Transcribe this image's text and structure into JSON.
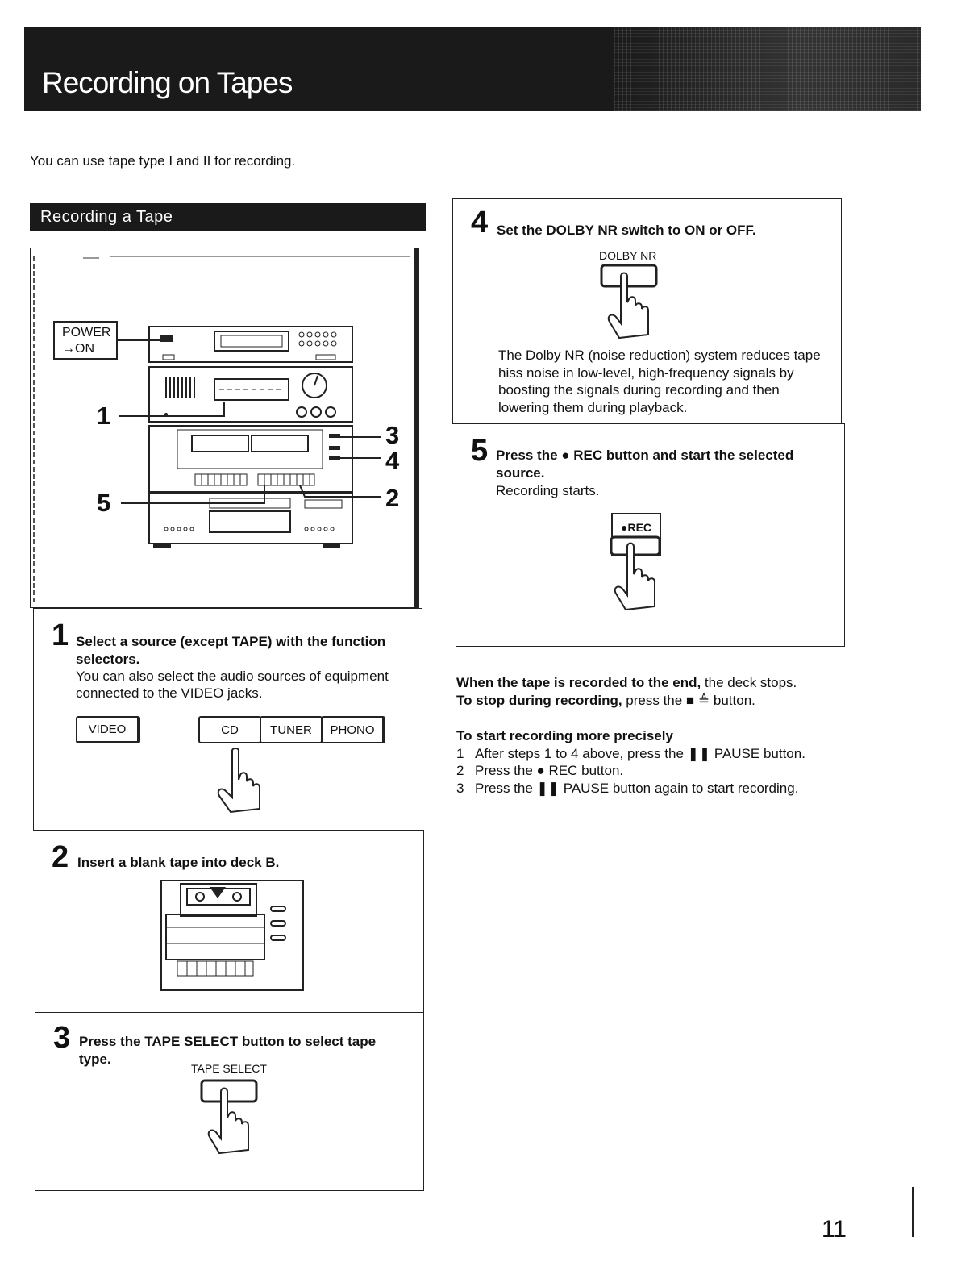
{
  "header": {
    "title": "Recording on Tapes"
  },
  "intro": "You can use tape type I and II for recording.",
  "section": {
    "title": "Recording a Tape"
  },
  "diagram": {
    "power_label_1": "POWER",
    "power_label_2": "→ON",
    "callouts": [
      "1",
      "2",
      "3",
      "4",
      "5"
    ]
  },
  "step1": {
    "number": "1",
    "heading_1": "Select a source (except TAPE) with the function",
    "heading_2": "selectors.",
    "body_1": "You can also select the audio sources of equipment",
    "body_2": "connected to the VIDEO jacks.",
    "buttons": {
      "video": "VIDEO",
      "cd": "CD",
      "tuner": "TUNER",
      "phono": "PHONO"
    }
  },
  "step2": {
    "number": "2",
    "heading": "Insert a blank tape into deck B."
  },
  "step3": {
    "number": "3",
    "heading_1": "Press the TAPE SELECT button to select tape",
    "heading_2": "type.",
    "button_label": "TAPE SELECT"
  },
  "step4": {
    "number": "4",
    "heading": "Set the DOLBY NR switch to ON or OFF.",
    "button_label": "DOLBY NR",
    "body_lines": [
      "The Dolby NR (noise reduction) system reduces tape",
      "hiss noise in low-level, high-frequency signals by",
      "boosting the signals during recording and then",
      "lowering them during playback."
    ]
  },
  "step5": {
    "number": "5",
    "heading_1": "Press the ● REC button and start the selected",
    "heading_2": "source.",
    "body": "Recording starts.",
    "button_label": "●REC"
  },
  "notes": {
    "end_bold": "When the tape is recorded to the end,",
    "end_rest": " the deck stops.",
    "stop_bold": "To stop during recording,",
    "stop_rest": " press the ■ ≜ button.",
    "precise_heading": "To start recording more precisely",
    "precise_steps": [
      {
        "n": "1",
        "text": "After steps 1 to 4 above, press the ❚❚ PAUSE button."
      },
      {
        "n": "2",
        "text": "Press the ● REC button."
      },
      {
        "n": "3",
        "text": "Press the ❚❚ PAUSE button again to start recording."
      }
    ]
  },
  "page_number": "11"
}
